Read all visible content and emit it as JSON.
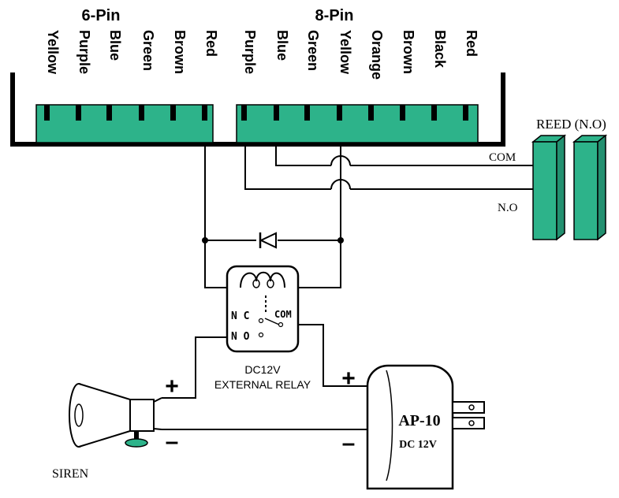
{
  "headers": {
    "six_pin": "6-Pin",
    "eight_pin": "8-Pin"
  },
  "six_pin_wires": [
    "Yellow",
    "Purple",
    "Blue",
    "Green",
    "Brown",
    "Red"
  ],
  "eight_pin_wires": [
    "Purple",
    "Blue",
    "Green",
    "Yellow",
    "Orange",
    "Brown",
    "Black",
    "Red"
  ],
  "reed": {
    "title": "REED (N.O)",
    "com": "COM",
    "no": "N.O"
  },
  "relay": {
    "nc": "N C",
    "com": "COM",
    "no": "N O",
    "caption_line1": "DC12V",
    "caption_line2": "EXTERNAL RELAY"
  },
  "siren": {
    "label": "SIREN",
    "plus": "+",
    "minus": "–"
  },
  "adapter": {
    "model": "AP-10",
    "voltage": "DC 12V",
    "plus": "+",
    "minus": "–"
  },
  "colors": {
    "terminal_fill": "#2db38a",
    "reed_fill": "#2db38a",
    "line": "#000000"
  }
}
